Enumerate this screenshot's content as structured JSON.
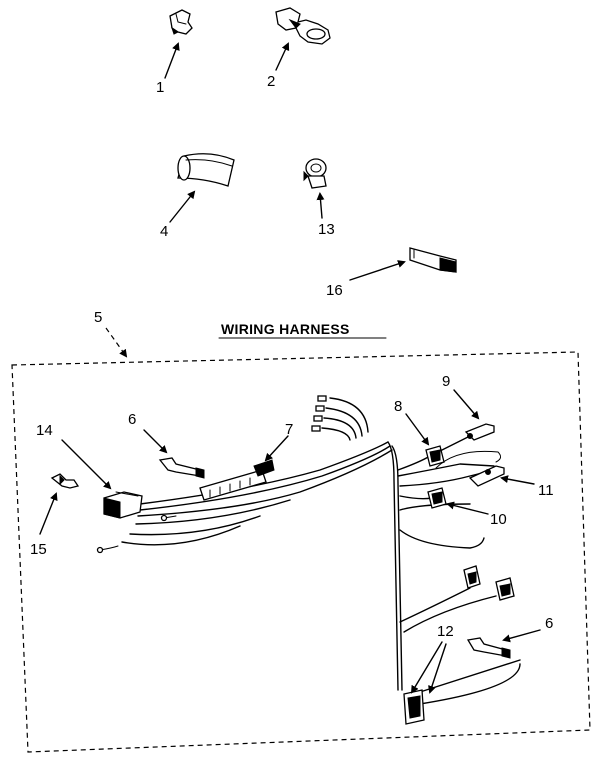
{
  "diagram": {
    "title": "WIRING HARNESS",
    "callouts": {
      "c1": "1",
      "c2": "2",
      "c4": "4",
      "c13": "13",
      "c16": "16",
      "c5": "5",
      "c14": "14",
      "c6a": "6",
      "c7": "7",
      "c8": "8",
      "c9": "9",
      "c11": "11",
      "c10": "10",
      "c15": "15",
      "c12": "12",
      "c6b": "6"
    }
  }
}
